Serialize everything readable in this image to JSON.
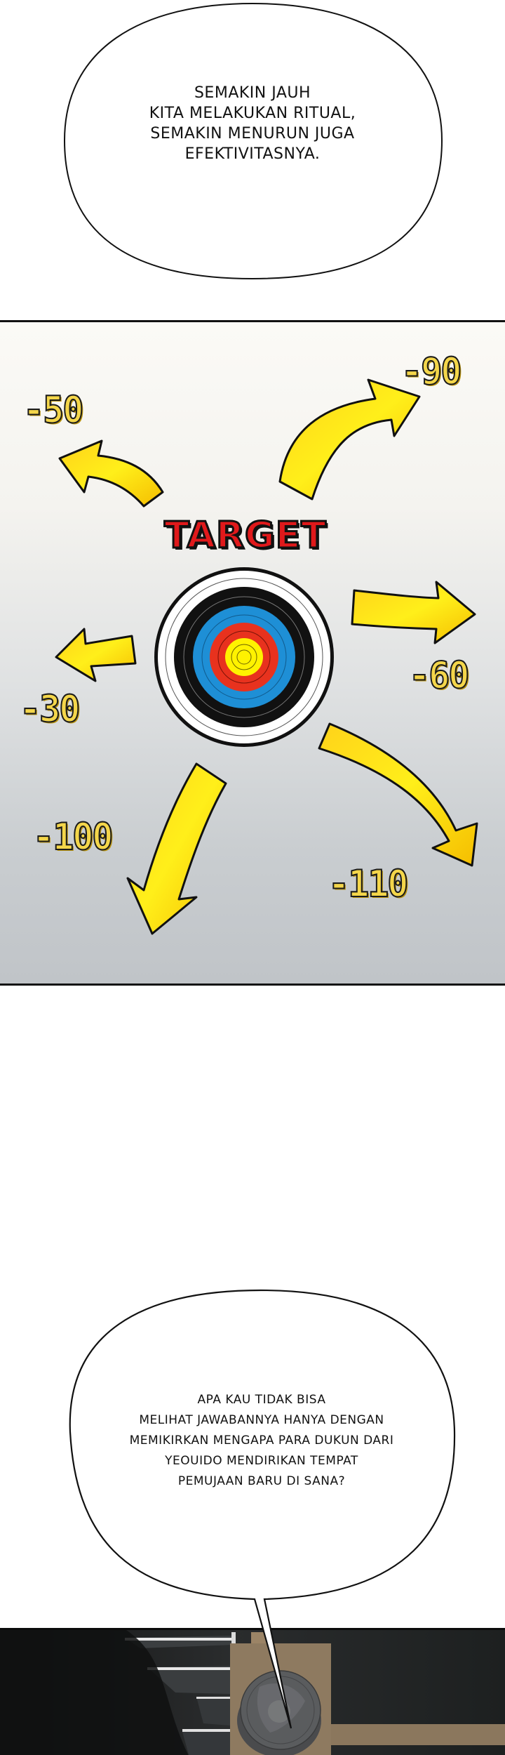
{
  "bubble_top": {
    "lines": [
      "SEMAKIN JAUH",
      "KITA MELAKUKAN RITUAL,",
      "SEMAKIN MENURUN JUGA",
      "EFEKTIVITASNYA."
    ]
  },
  "target_panel": {
    "title": "TARGET",
    "scores": [
      {
        "label": "-50",
        "direction": "up-left"
      },
      {
        "label": "-90",
        "direction": "up-right"
      },
      {
        "label": "-60",
        "direction": "right"
      },
      {
        "label": "-30",
        "direction": "left"
      },
      {
        "label": "-100",
        "direction": "down-left"
      },
      {
        "label": "-110",
        "direction": "down-right"
      }
    ],
    "colors": {
      "title_red": "#e0191b",
      "score_yellow": "#f4d64a",
      "arrow_yellow": "#ffe81a",
      "arrow_orange": "#f7c400",
      "ring_yellow": "#fff200",
      "ring_red": "#e8321e",
      "ring_blue": "#1e8fd6",
      "ring_black": "#111111",
      "ring_white": "#ffffff"
    }
  },
  "bubble_bottom": {
    "lines": [
      "APA KAU TIDAK BISA",
      "MELIHAT JAWABANNYA HANYA DENGAN",
      "MEMIKIRKAN MENGAPA PARA DUKUN DARI",
      "YEOUIDO MENDIRIKAN TEMPAT",
      "PEMUJAAN BARU DI SANA?"
    ]
  }
}
